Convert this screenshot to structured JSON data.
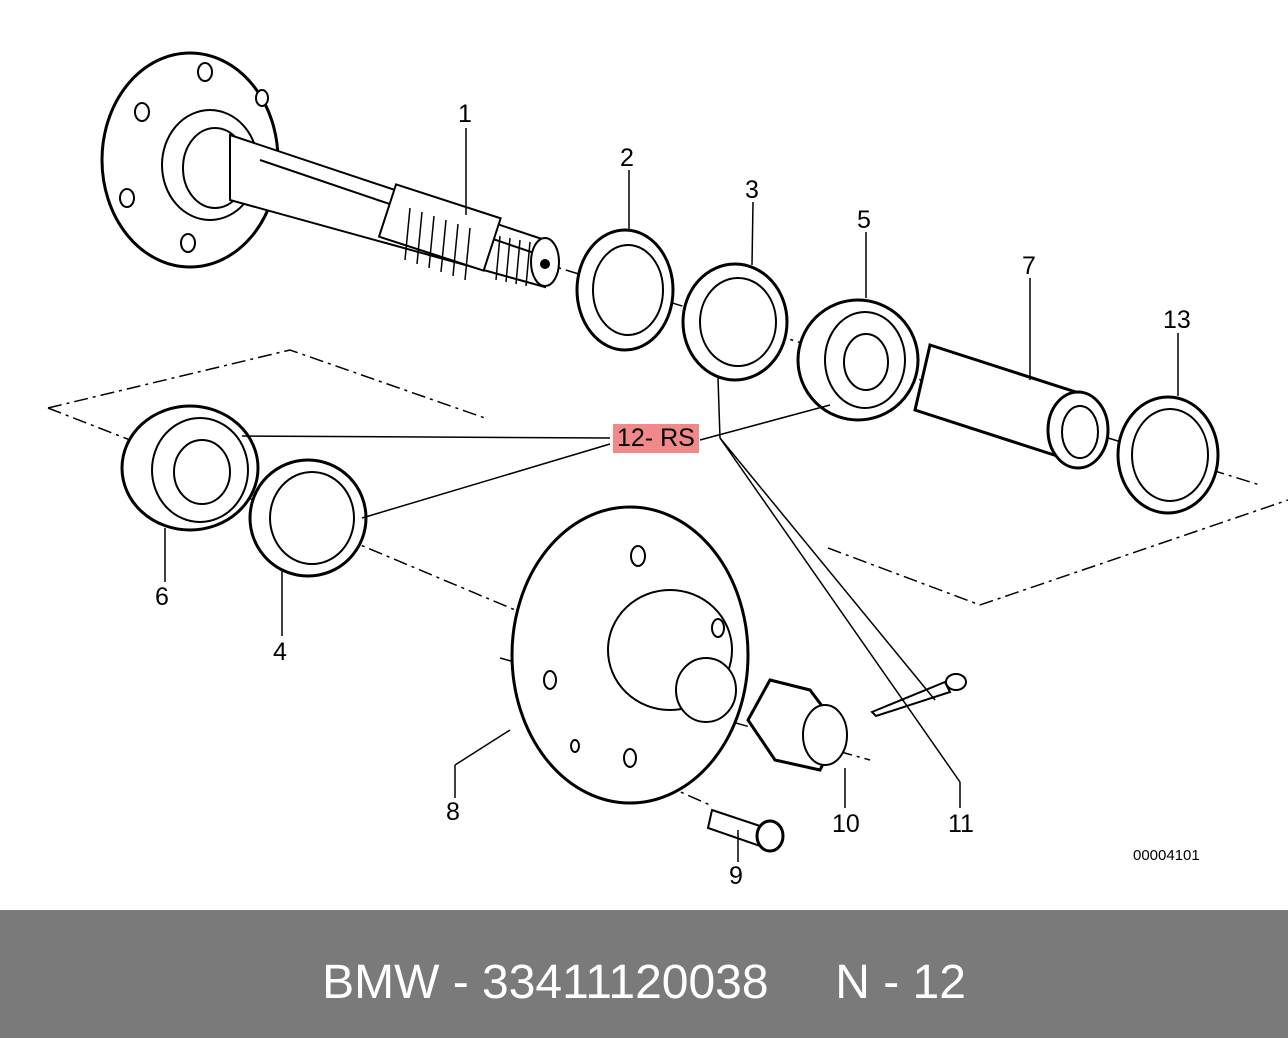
{
  "diagram": {
    "labels": {
      "p1": "1",
      "p2": "2",
      "p3": "3",
      "p4": "4",
      "p5": "5",
      "p6": "6",
      "p7": "7",
      "p8": "8",
      "p9": "9",
      "p10": "10",
      "p11": "11",
      "p13": "13",
      "p12": "12- RS"
    },
    "ref_number": "00004101",
    "highlight_color": "#f08a8a"
  },
  "footer": {
    "caption": "BMW - 33411120038     N - 12",
    "background": "#7a7a7a"
  }
}
